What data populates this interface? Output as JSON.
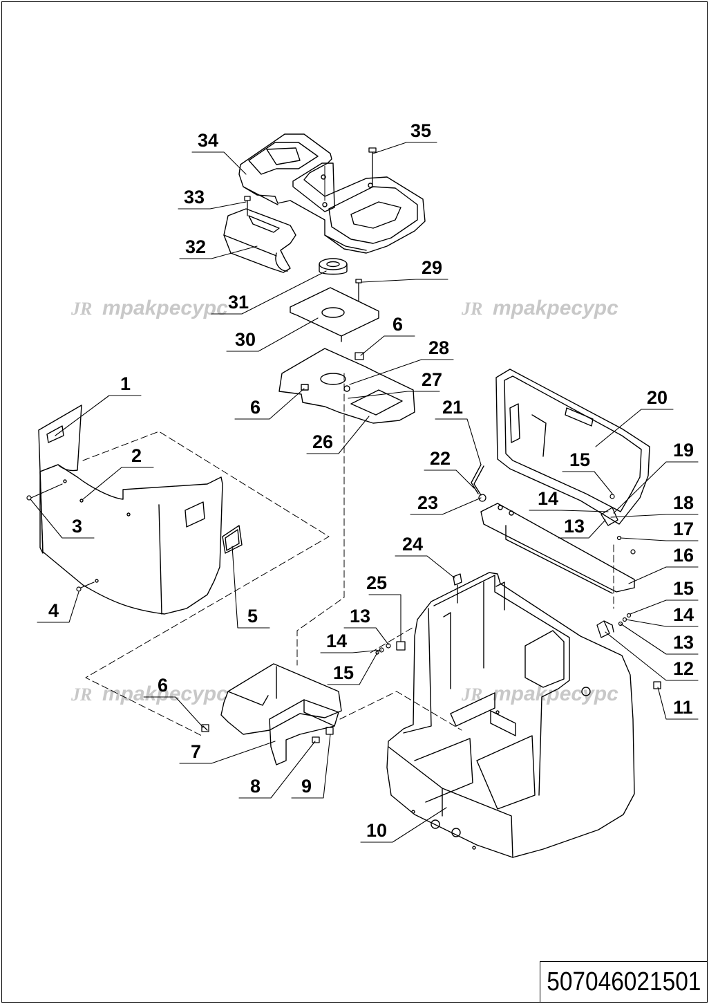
{
  "drawing": {
    "document_number": "507046021501",
    "watermark": "трakpecypc",
    "watermark_logo": "JR",
    "callouts": [
      {
        "id": "c34",
        "text": "34"
      },
      {
        "id": "c35",
        "text": "35"
      },
      {
        "id": "c33",
        "text": "33"
      },
      {
        "id": "c32",
        "text": "32"
      },
      {
        "id": "c29",
        "text": "29"
      },
      {
        "id": "c31",
        "text": "31"
      },
      {
        "id": "c30",
        "text": "30"
      },
      {
        "id": "c6a",
        "text": "6"
      },
      {
        "id": "c28",
        "text": "28"
      },
      {
        "id": "c27",
        "text": "27"
      },
      {
        "id": "c6b",
        "text": "6"
      },
      {
        "id": "c26",
        "text": "26"
      },
      {
        "id": "c1",
        "text": "1"
      },
      {
        "id": "c2",
        "text": "2"
      },
      {
        "id": "c3",
        "text": "3"
      },
      {
        "id": "c4",
        "text": "4"
      },
      {
        "id": "c5",
        "text": "5"
      },
      {
        "id": "c20",
        "text": "20"
      },
      {
        "id": "c21",
        "text": "21"
      },
      {
        "id": "c22",
        "text": "22"
      },
      {
        "id": "c23",
        "text": "23"
      },
      {
        "id": "c19",
        "text": "19"
      },
      {
        "id": "c15a",
        "text": "15"
      },
      {
        "id": "c14a",
        "text": "14"
      },
      {
        "id": "c18",
        "text": "18"
      },
      {
        "id": "c13a",
        "text": "13"
      },
      {
        "id": "c17",
        "text": "17"
      },
      {
        "id": "c16",
        "text": "16"
      },
      {
        "id": "c24",
        "text": "24"
      },
      {
        "id": "c25",
        "text": "25"
      },
      {
        "id": "c13b",
        "text": "13"
      },
      {
        "id": "c14b",
        "text": "14"
      },
      {
        "id": "c15b",
        "text": "15"
      },
      {
        "id": "c15c",
        "text": "15"
      },
      {
        "id": "c14c",
        "text": "14"
      },
      {
        "id": "c13c",
        "text": "13"
      },
      {
        "id": "c12",
        "text": "12"
      },
      {
        "id": "c11",
        "text": "11"
      },
      {
        "id": "c6c",
        "text": "6"
      },
      {
        "id": "c7",
        "text": "7"
      },
      {
        "id": "c8",
        "text": "8"
      },
      {
        "id": "c9",
        "text": "9"
      },
      {
        "id": "c10",
        "text": "10"
      }
    ]
  }
}
